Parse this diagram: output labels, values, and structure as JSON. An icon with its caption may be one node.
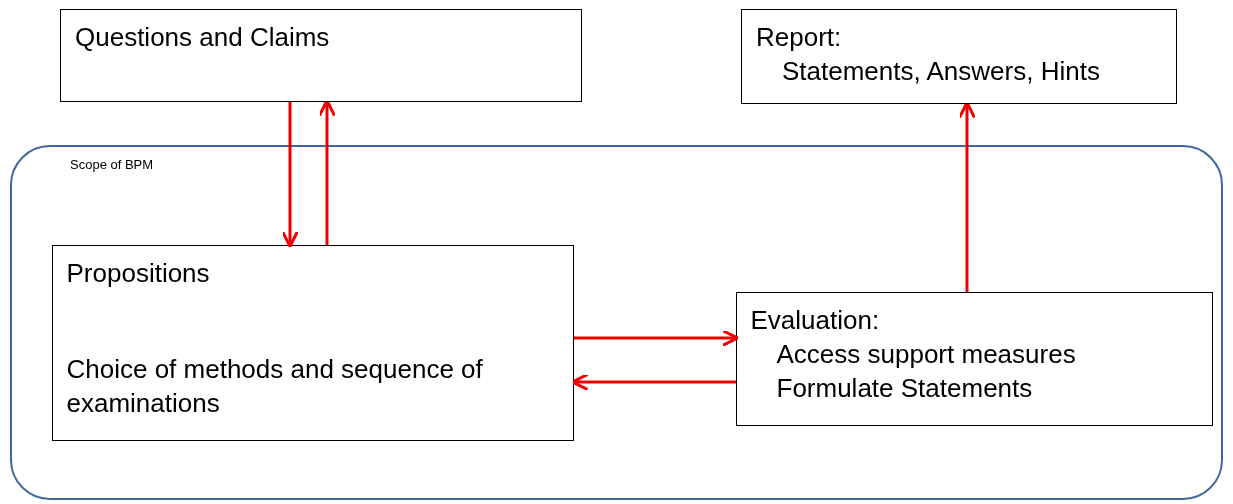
{
  "diagram": {
    "nodes": [
      {
        "text": [
          "Questions and Claims"
        ]
      },
      {
        "text": [
          "Report:",
          "Statements, Answers, Hints"
        ]
      },
      {
        "text": [
          "Scope of BPM"
        ]
      },
      {
        "text": [
          "Propositions",
          "Choice of methods and sequence of examinations"
        ],
        "in": 2
      },
      {
        "text": [
          "Evaluation:",
          "Access support measures",
          "Formulate Statements"
        ],
        "in": 2
      }
    ],
    "edges": [
      {
        "from": 0,
        "to": 3,
        "arrow": "to"
      },
      {
        "from": 3,
        "to": 0,
        "arrow": "to"
      },
      {
        "from": 3,
        "to": 4,
        "arrow": "to"
      },
      {
        "from": 4,
        "to": 3,
        "arrow": "to"
      },
      {
        "from": 4,
        "to": 1,
        "arrow": "to"
      }
    ]
  }
}
